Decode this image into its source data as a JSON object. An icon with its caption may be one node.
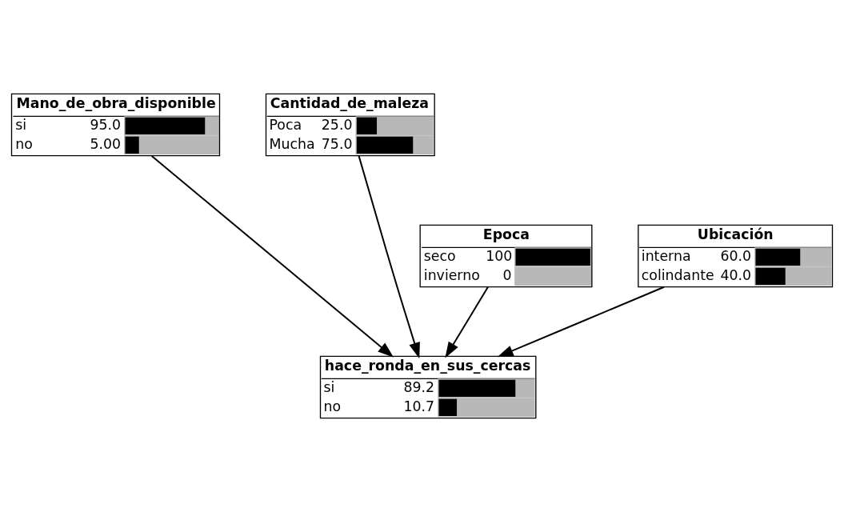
{
  "diagram": {
    "nodes": [
      {
        "text": [
          "Mano_de_obra_disponible",
          "si",
          "95.0",
          "no",
          "5.00"
        ]
      },
      {
        "text": [
          "Cantidad_de_maleza",
          "Poca",
          "25.0",
          "Mucha",
          "75.0"
        ]
      },
      {
        "text": [
          "Epoca",
          "seco",
          "100",
          "invierno",
          "0"
        ]
      },
      {
        "text": [
          "Ubicación",
          "interna",
          "60.0",
          "colindante",
          "40.0"
        ]
      },
      {
        "text": [
          "hace_ronda_en_sus_cercas",
          "si",
          "89.2",
          "no",
          "10.7"
        ]
      }
    ],
    "edges": [
      {
        "from": 0,
        "to": 4,
        "arrow": "to"
      },
      {
        "from": 1,
        "to": 4,
        "arrow": "to"
      },
      {
        "from": 2,
        "to": 4,
        "arrow": "to"
      },
      {
        "from": 3,
        "to": 4,
        "arrow": "to"
      }
    ]
  }
}
